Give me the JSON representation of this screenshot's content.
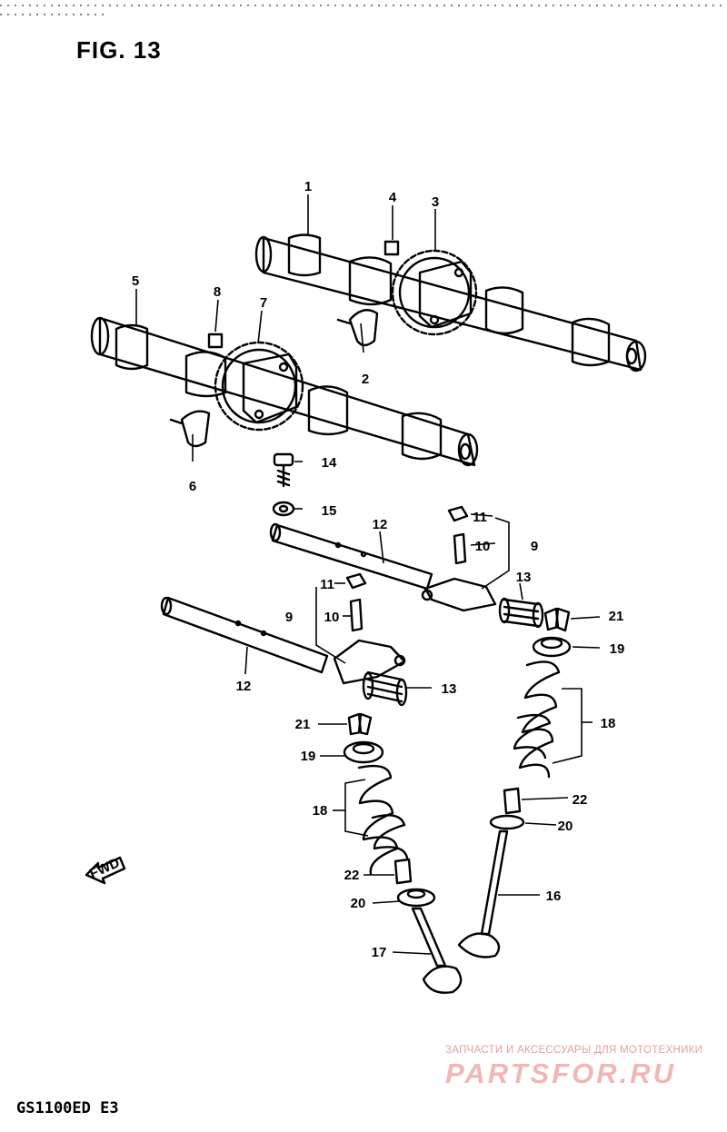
{
  "figure_title": "FIG. 13",
  "model_label": "GS1100ED  E3",
  "front_arrow_label": "FWD",
  "watermark": {
    "tagline": "ЗАПЧАСТИ И АКСЕССУАРЫ ДЛЯ МОТОТЕХНИКИ",
    "brand": "PARTSFOR.RU"
  },
  "callouts": [
    "1",
    "2",
    "3",
    "4",
    "5",
    "6",
    "7",
    "8",
    "9",
    "10",
    "11",
    "12",
    "13",
    "14",
    "15",
    "16",
    "17",
    "18",
    "19",
    "20",
    "21",
    "22"
  ]
}
